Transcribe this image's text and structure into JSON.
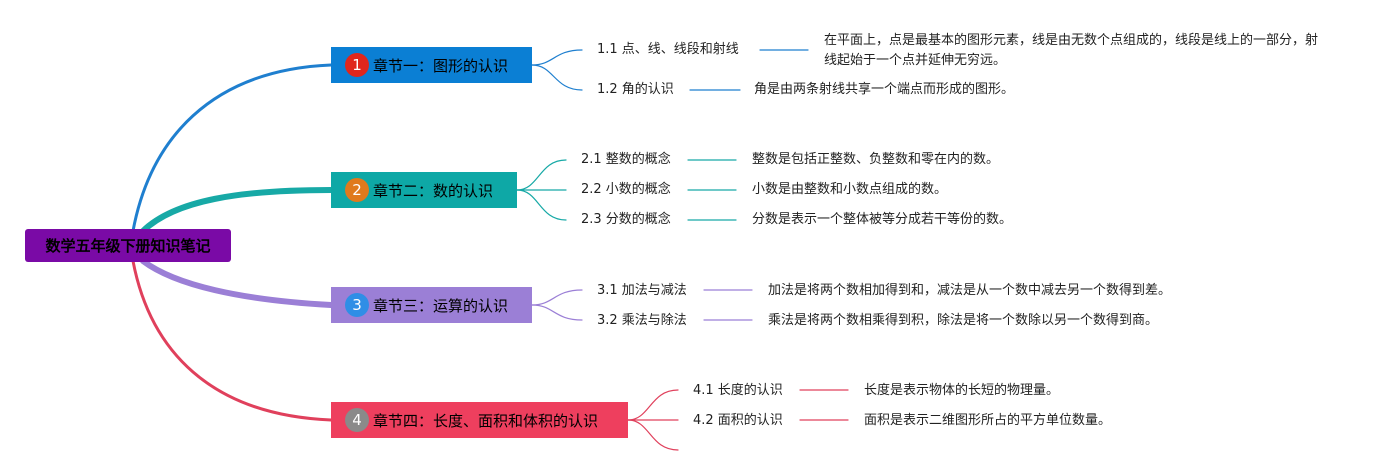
{
  "root": {
    "title": "数学五年级下册知识笔记",
    "color": "#7a0aa6"
  },
  "chapters": [
    {
      "num": "1",
      "title": "章节一：图形的认识",
      "bg": "#0b7fd4",
      "badge": "#e0261c",
      "line": "#1f7fcf",
      "topics": [
        {
          "label": "1.1 点、线、线段和射线",
          "desc": "在平面上，点是最基本的图形元素，线是由无数个点组成的，线段是线上的一部分，射线起始于一个点并延伸无穷远。"
        },
        {
          "label": "1.2 角的认识",
          "desc": "角是由两条射线共享一个端点而形成的图形。"
        }
      ]
    },
    {
      "num": "2",
      "title": "章节二：数的认识",
      "bg": "#0ea8a6",
      "badge": "#e07a1c",
      "line": "#17a9a6",
      "topics": [
        {
          "label": "2.1 整数的概念",
          "desc": "整数是包括正整数、负整数和零在内的数。"
        },
        {
          "label": "2.2 小数的概念",
          "desc": "小数是由整数和小数点组成的数。"
        },
        {
          "label": "2.3 分数的概念",
          "desc": "分数是表示一个整体被等分成若干等份的数。"
        }
      ]
    },
    {
      "num": "3",
      "title": "章节三：运算的认识",
      "bg": "#9b7fd6",
      "badge": "#2f8ee6",
      "line": "#9b7fd6",
      "topics": [
        {
          "label": "3.1 加法与减法",
          "desc": "加法是将两个数相加得到和，减法是从一个数中减去另一个数得到差。"
        },
        {
          "label": "3.2 乘法与除法",
          "desc": "乘法是将两个数相乘得到积，除法是将一个数除以另一个数得到商。"
        }
      ]
    },
    {
      "num": "4",
      "title": "章节四：长度、面积和体积的认识",
      "bg": "#ee3f5e",
      "badge": "#8a8a8a",
      "line": "#e0405c",
      "topics": [
        {
          "label": "4.1 长度的认识",
          "desc": "长度是表示物体的长短的物理量。"
        },
        {
          "label": "4.2 面积的认识",
          "desc": "面积是表示二维图形所占的平方单位数量。"
        }
      ]
    }
  ]
}
